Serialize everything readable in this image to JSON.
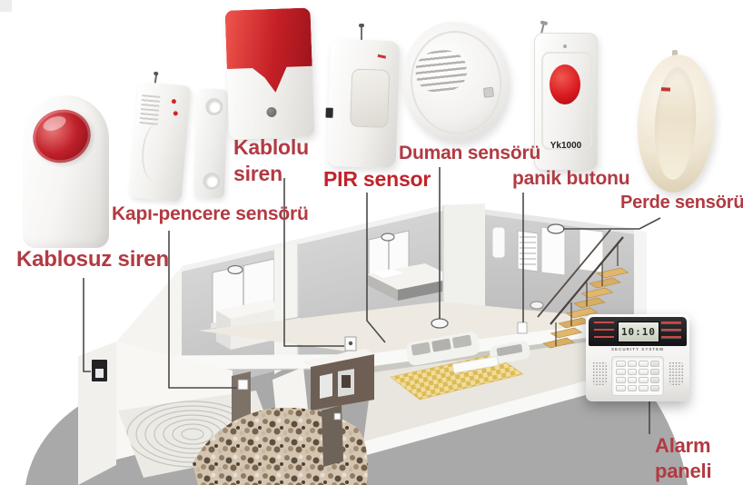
{
  "page": {
    "background": "#ffffff"
  },
  "labels": {
    "wireless_siren": "Kablosuz siren",
    "door_window_sensor": "Kapı-pencere sensörü",
    "wired_siren_line1": "Kablolu",
    "wired_siren_line2": "siren",
    "pir_sensor": "PIR sensor",
    "smoke_sensor": "Duman sensörü",
    "panic_button": "panik butonu",
    "curtain_sensor": "Perde sensörü",
    "alarm_panel_line1": "Alarm",
    "alarm_panel_line2": "paneli"
  },
  "products": {
    "panic_button_model": "Yk1000"
  },
  "alarm_panel": {
    "lcd_time": "10:10",
    "brand_text": "SECURITY SYSTEM"
  },
  "colors": {
    "label_red": "#b23a42",
    "pir_label_red": "#c2232b",
    "siren_red": "#c0202a",
    "ground_gray": "#a9a9a9",
    "wall_gray": "#cccccc",
    "rug_yellow": "#ddbb55"
  }
}
